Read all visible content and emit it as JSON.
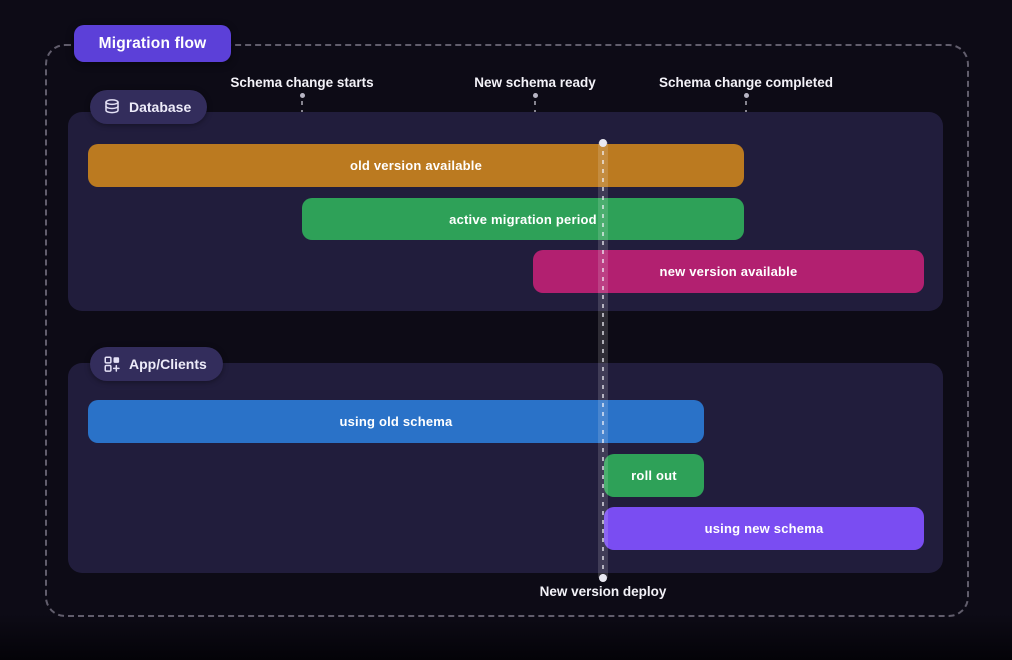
{
  "title": "Migration flow",
  "milestones": [
    {
      "label": "Schema change starts"
    },
    {
      "label": "New schema ready"
    },
    {
      "label": "Schema change completed"
    }
  ],
  "deploy_marker": {
    "label": "New version deploy"
  },
  "sections": [
    {
      "name": "Database",
      "icon": "database-icon",
      "bars": [
        {
          "label": "old version available",
          "color": "#bb7a20"
        },
        {
          "label": "active migration period",
          "color": "#2ea158"
        },
        {
          "label": "new version available",
          "color": "#b22070"
        }
      ]
    },
    {
      "name": "App/Clients",
      "icon": "apps-icon",
      "bars": [
        {
          "label": "using old schema",
          "color": "#2a72c8"
        },
        {
          "label": "roll out",
          "color": "#2ea158"
        },
        {
          "label": "using new schema",
          "color": "#7a4df2"
        }
      ]
    }
  ],
  "colors": {
    "background": "#0d0b16",
    "panel": "#211d3c",
    "badge_dark": "#332d5c",
    "title_badge": "#5c40d8",
    "frame_dash": "#a8a3b4",
    "text": "#ffffff"
  }
}
